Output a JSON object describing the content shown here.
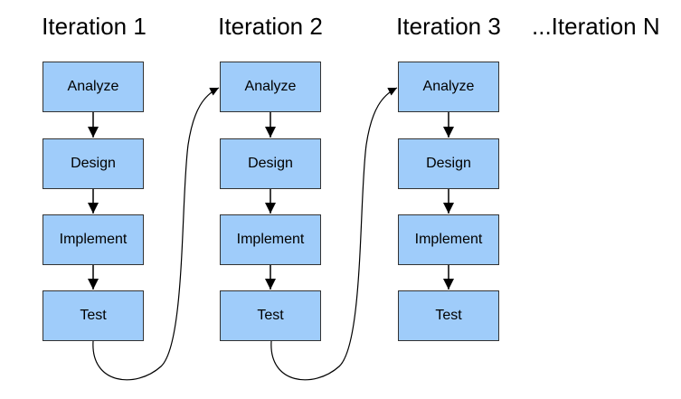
{
  "columns": [
    {
      "title": "Iteration 1",
      "steps": [
        "Analyze",
        "Design",
        "Implement",
        "Test"
      ]
    },
    {
      "title": "Iteration 2",
      "steps": [
        "Analyze",
        "Design",
        "Implement",
        "Test"
      ]
    },
    {
      "title": "Iteration 3",
      "steps": [
        "Analyze",
        "Design",
        "Implement",
        "Test"
      ]
    }
  ],
  "trailing_title": "...Iteration N",
  "colors": {
    "box_fill": "#9fccfa",
    "box_border": "#333333",
    "arrow": "#000000"
  }
}
